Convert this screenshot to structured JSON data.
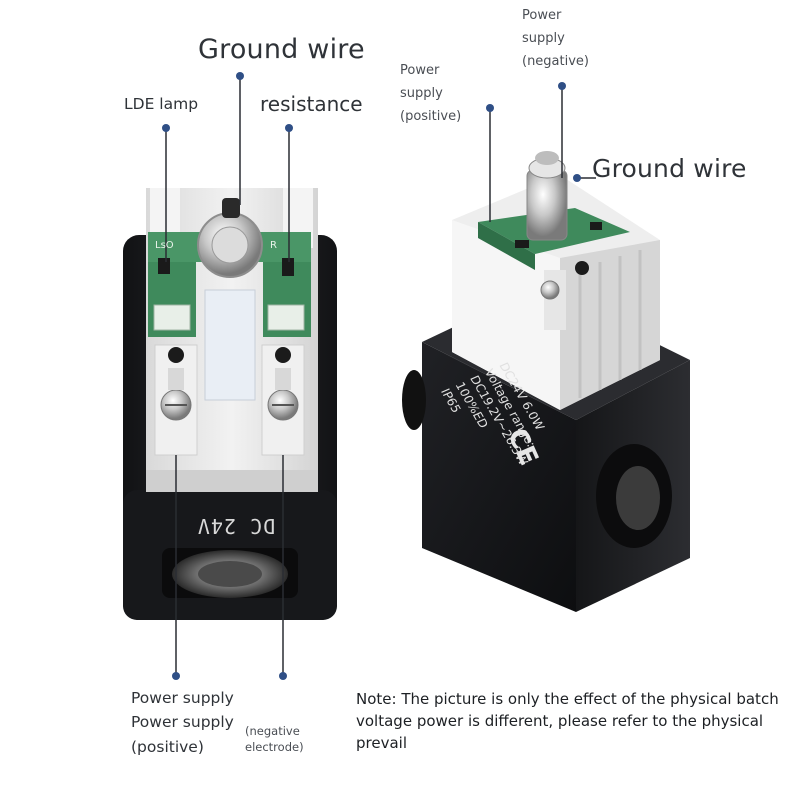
{
  "labels": {
    "ground_wire_left": "Ground wire",
    "lde_lamp": "LDE lamp",
    "resistance": "resistance",
    "power_supply_negative_top": [
      "Power",
      "supply",
      "(negative)"
    ],
    "power_supply_positive_top": [
      "Power",
      "supply",
      "(positive)"
    ],
    "ground_wire_right": "Ground wire",
    "power_supply_bottom_1": "Power supply",
    "power_supply_bottom_2": "Power supply",
    "positive_bottom": "(positive)",
    "negative_electrode": [
      "(negative",
      "electrode)"
    ]
  },
  "note": "Note: The picture is only the effect of the physical batch voltage power is different, please refer to the physical prevail",
  "device_markings": {
    "left_coil": "DC 24V",
    "pcb_left": "LsO",
    "pcb_right": "R",
    "right_coil_lines": [
      "DC24V  6.0W",
      "Voltage range:",
      "DC19.2V~26.3W",
      "100%ED",
      "IP65"
    ],
    "ce_mark": "CE"
  },
  "colors": {
    "pointer_dot": "#2f4f86",
    "coil_body": "#1c1d20",
    "pcb_green": "#3f8a5c",
    "housing": "#e4e4e4"
  }
}
